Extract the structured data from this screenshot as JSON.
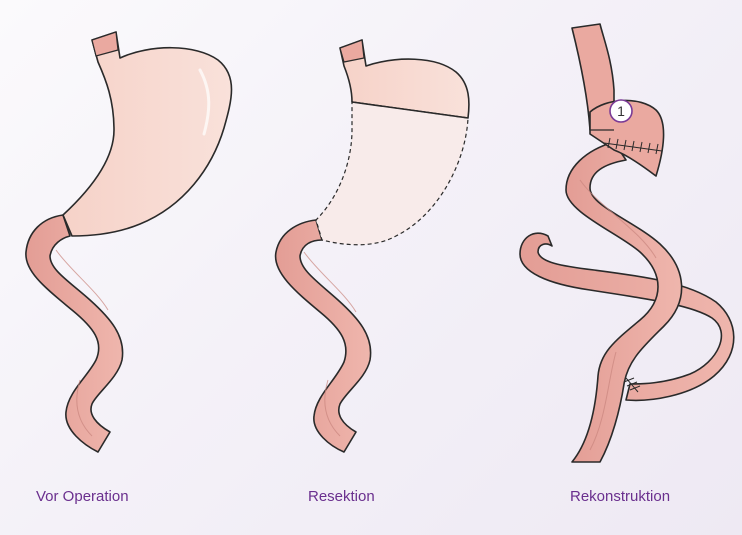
{
  "stages": [
    {
      "label": "Vor Operation"
    },
    {
      "label": "Resektion"
    },
    {
      "label": "Rekonstruktion"
    }
  ],
  "marker": {
    "label": "1"
  },
  "colors": {
    "caption": "#6a2f8e",
    "stomach_fill": "#f7d6cd",
    "resected_fill": "#f8ebea",
    "intestine_fill": "#eaa9a0",
    "outline": "#2a2a2a",
    "marker_ring": "#7a3a96"
  }
}
